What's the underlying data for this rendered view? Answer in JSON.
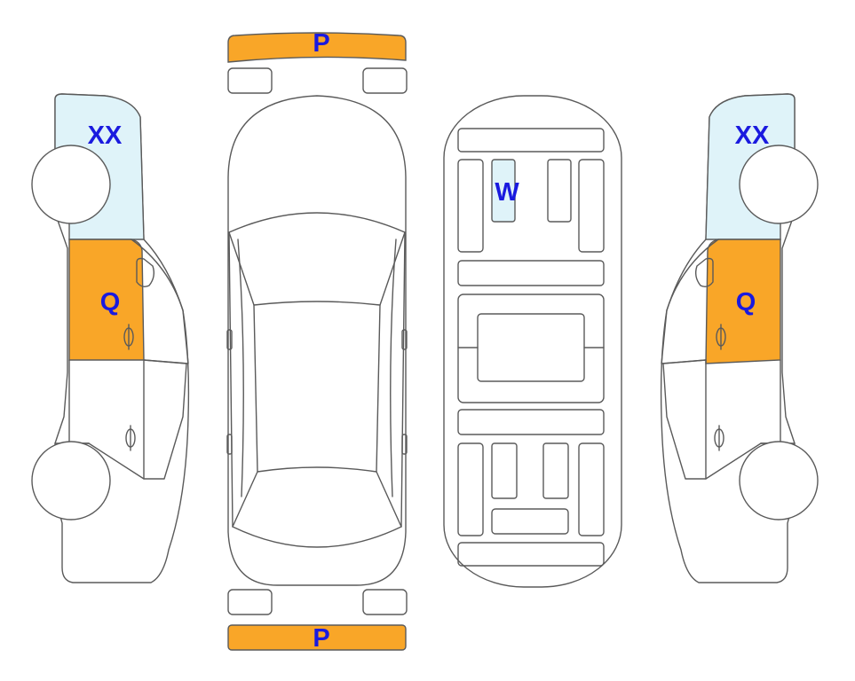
{
  "colors": {
    "orange": "#F9A628",
    "light_blue": "#DFF3F9",
    "outline": "#5A5A5A",
    "label": "#1A1ADF"
  },
  "markers": {
    "front_bumper": {
      "code": "P",
      "color": "orange"
    },
    "rear_bumper": {
      "code": "P",
      "color": "orange"
    },
    "left_front_fender": {
      "code": "XX",
      "color": "light_blue"
    },
    "left_front_door": {
      "code": "Q",
      "color": "orange"
    },
    "right_front_fender": {
      "code": "XX",
      "color": "light_blue"
    },
    "right_front_door": {
      "code": "Q",
      "color": "orange"
    },
    "underbody_front_left": {
      "code": "W",
      "color": "light_blue"
    }
  }
}
